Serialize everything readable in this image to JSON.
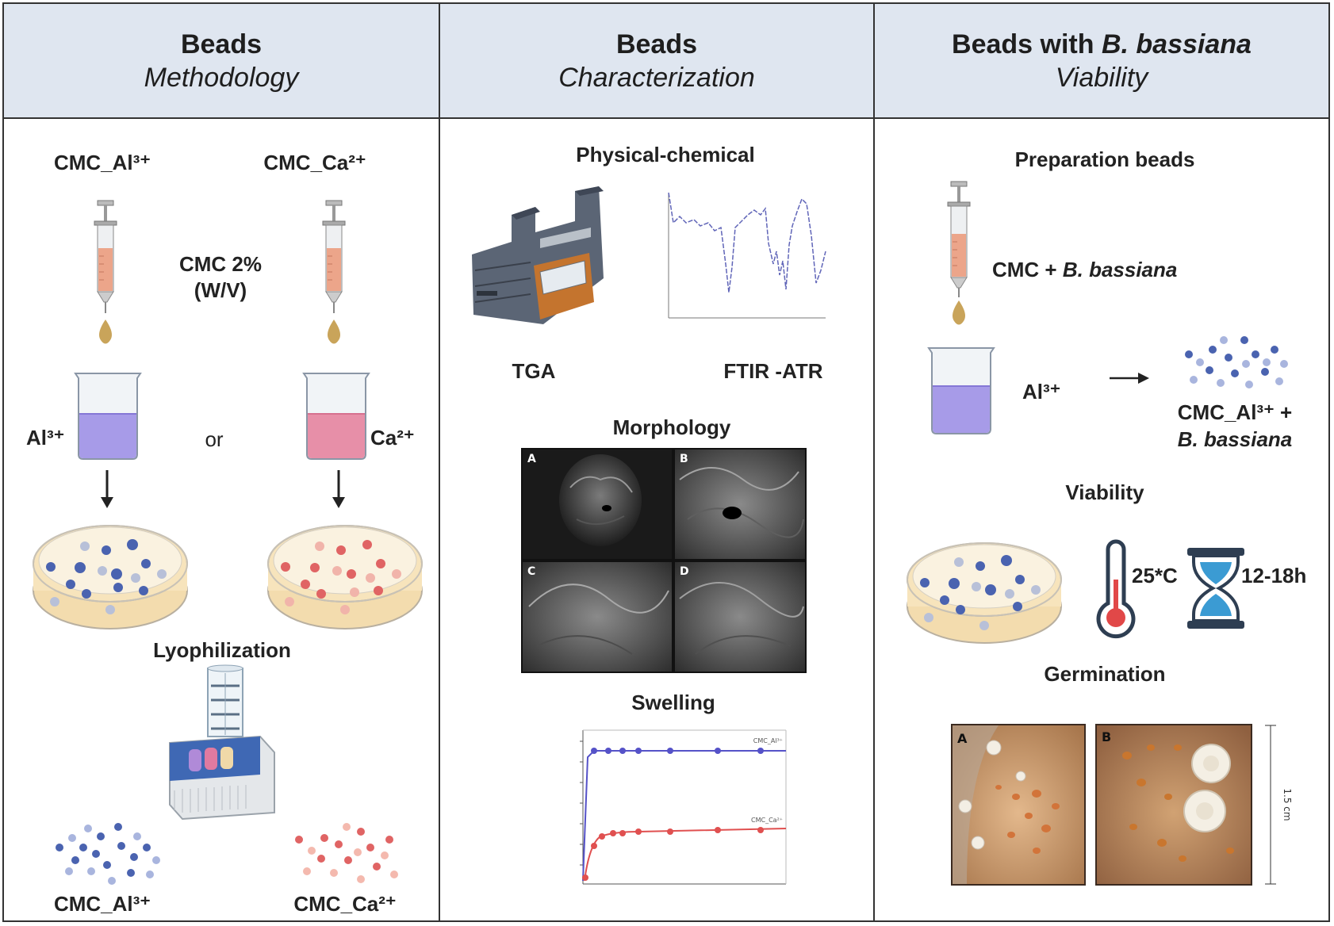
{
  "panels": [
    {
      "title": "Beads",
      "subtitle": "Methodology",
      "label_al_top": "CMC_Al³⁺",
      "label_ca_top": "CMC_Ca²⁺",
      "cmc_concentration": "CMC 2%",
      "cmc_unit": "(W/V)",
      "label_al_ion": "Al³⁺",
      "label_or": "or",
      "label_ca_ion": "Ca²⁺",
      "lyophilization": "Lyophilization",
      "label_al_bottom": "CMC_Al³⁺",
      "label_ca_bottom": "CMC_Ca²⁺"
    },
    {
      "title": "Beads",
      "subtitle": "Characterization",
      "physical_chemical": "Physical-chemical",
      "tga": "TGA",
      "ftir": "FTIR -ATR",
      "morphology": "Morphology",
      "sem_labels": [
        "A",
        "B",
        "C",
        "D"
      ],
      "swelling": "Swelling",
      "swelling_series": [
        "CMC_Al³⁺",
        "CMC_Ca²⁺"
      ]
    },
    {
      "title_prefix": "Beads with ",
      "title_species": "B. bassiana",
      "subtitle": "Viability",
      "preparation": "Preparation beads",
      "mixture_prefix": "CMC + ",
      "mixture_species": "B. bassiana",
      "ion": "Al³⁺",
      "product_line1": "CMC_Al³⁺ +",
      "product_line2": "B. bassiana",
      "viability": "Viability",
      "temperature": "25*C",
      "time": "12-18h",
      "germination": "Germination",
      "photo_labels": [
        "A",
        "B"
      ],
      "scale_text": "1.5 cm"
    }
  ],
  "colors": {
    "header_bg": "#dfe6f0",
    "al_blue": "#4a63b0",
    "ca_red": "#e06464",
    "beaker_purple": "#a79be8",
    "beaker_pink": "#e78fa8",
    "dish_cream": "#f7e4bc",
    "syringe_orange": "#eca58a"
  }
}
